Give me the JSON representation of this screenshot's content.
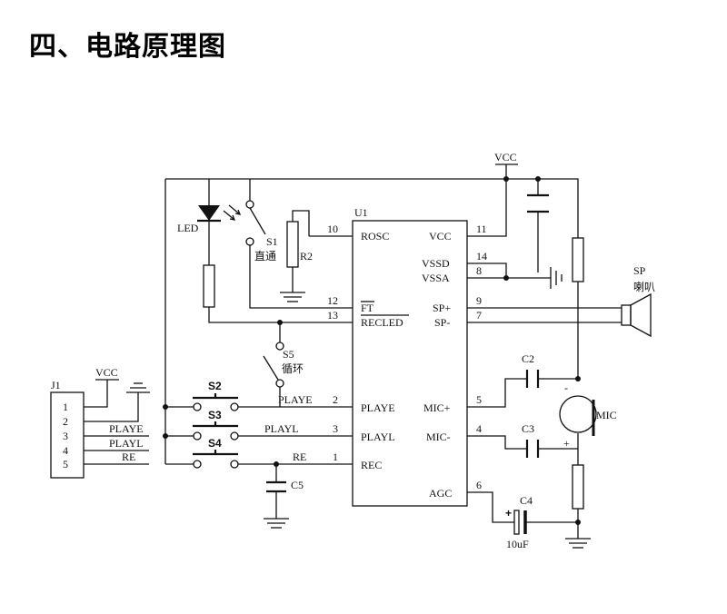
{
  "heading": "四、电路原理图",
  "chip": {
    "ref": "U1",
    "left_pins": [
      {
        "num": "10",
        "name": "ROSC"
      },
      {
        "num": "12",
        "name": "FT"
      },
      {
        "num": "13",
        "name": "RECLED"
      },
      {
        "num": "2",
        "name": "PLAYE"
      },
      {
        "num": "3",
        "name": "PLAYL"
      },
      {
        "num": "1",
        "name": "REC"
      }
    ],
    "right_pins": [
      {
        "num": "11",
        "name": "VCC"
      },
      {
        "num": "14",
        "name": "VSSD"
      },
      {
        "num": "8",
        "name": "VSSA"
      },
      {
        "num": "9",
        "name": "SP+"
      },
      {
        "num": "7",
        "name": "SP-"
      },
      {
        "num": "5",
        "name": "MIC+"
      },
      {
        "num": "4",
        "name": "MIC-"
      },
      {
        "num": "6",
        "name": "AGC"
      }
    ]
  },
  "connector": {
    "ref": "J1",
    "pins": [
      "1",
      "2",
      "3",
      "4",
      "5"
    ],
    "vcc_label": "VCC",
    "signals": [
      "PLAYE",
      "PLAYL",
      "RE"
    ]
  },
  "vcc_top": "VCC",
  "components": {
    "led": "LED",
    "s1": "S1",
    "s1_desc": "直通",
    "r2": "R2",
    "s5": "S5",
    "s5_desc": "循环",
    "s2": "S2",
    "s3": "S3",
    "s4": "S4",
    "c5": "C5",
    "sp": "SP",
    "sp_desc": "喇叭",
    "c2": "C2",
    "c3": "C3",
    "c4": "C4",
    "c4_value": "10uF",
    "mic": "MIC"
  },
  "nets": {
    "playe": "PLAYE",
    "playl": "PLAYL",
    "re": "RE"
  },
  "marks": {
    "mic_minus": "-",
    "mic_plus": "+",
    "c4_plus": "+"
  }
}
